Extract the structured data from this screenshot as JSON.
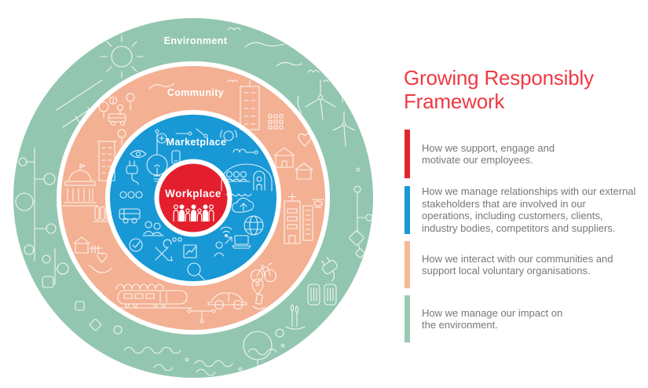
{
  "diagram": {
    "name": "Growing Responsibly Framework diagram",
    "rings": [
      {
        "label": "Environment",
        "color": "#93c6b0",
        "icons": [
          "sun-icon",
          "bird-icon",
          "cloud-icon",
          "wind-turbine-icon",
          "connected-tree-icon",
          "wave-icon",
          "plug-icon",
          "battery-icon"
        ]
      },
      {
        "label": "Community",
        "color": "#f3b092",
        "icons": [
          "capitol-building-icon",
          "office-building-icon",
          "house-icon",
          "hospital-icon",
          "train-icon",
          "car-icon",
          "bicycle-icon",
          "location-pin-icon",
          "heart-in-hand-icon",
          "tree-icon"
        ]
      },
      {
        "label": "Marketplace",
        "color": "#1898d5",
        "icons": [
          "lightbulb-icon",
          "eye-icon",
          "plug-icon",
          "smartphone-icon",
          "van-icon",
          "meeting-icon",
          "wrench-icon",
          "check-icon",
          "growth-chart-icon",
          "magnifier-icon",
          "person-arrow-icon",
          "laptop-icon",
          "wifi-icon",
          "globe-icon",
          "cloud-upload-icon"
        ]
      },
      {
        "label": "Workplace",
        "color": "#e41f2d",
        "icons": [
          "employees-icon"
        ]
      }
    ]
  },
  "panel": {
    "title_lines": [
      "Growing Responsibly",
      "Framework"
    ],
    "title_color": "#ee3a44",
    "text_color": "#76777a",
    "items": [
      {
        "color": "#e3242f",
        "lines": [
          "How we support, engage and",
          "motivate our employees."
        ]
      },
      {
        "color": "#1898d5",
        "lines": [
          "How we manage relationships with our external",
          "stakeholders that are involved in our",
          "operations, including customers, clients,",
          "industry bodies, competitors and suppliers."
        ]
      },
      {
        "color": "#f4b999",
        "lines": [
          "How we interact with our communities and",
          "support local voluntary organisations."
        ]
      },
      {
        "color": "#9cc9b4",
        "lines": [
          "How we manage our impact on",
          "the environment."
        ]
      }
    ]
  }
}
